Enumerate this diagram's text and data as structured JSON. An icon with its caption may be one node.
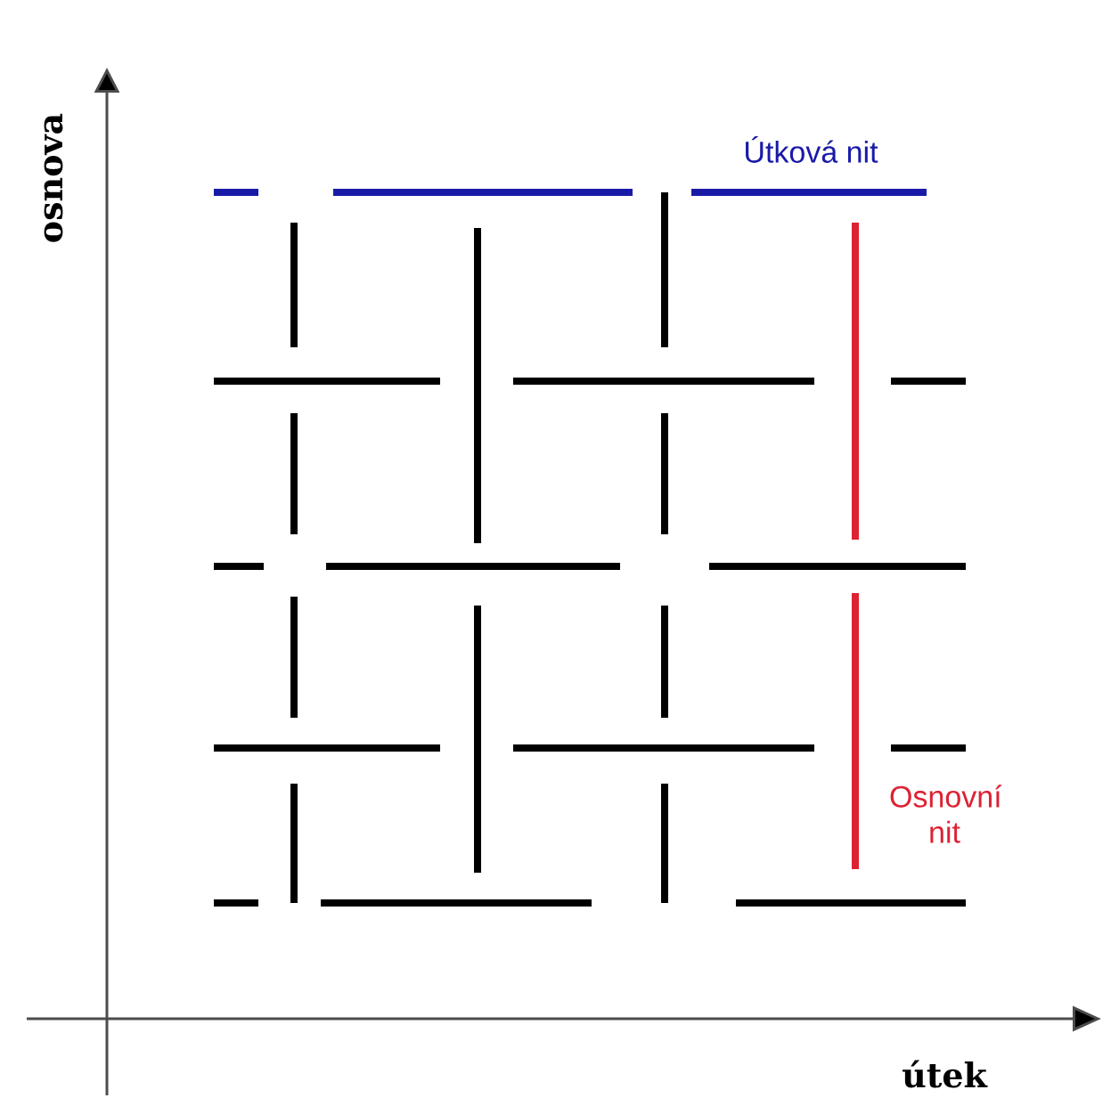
{
  "diagram": {
    "labels": [
      "Útková nit",
      "osnova",
      "Osnovní nit",
      "útek"
    ]
  }
}
